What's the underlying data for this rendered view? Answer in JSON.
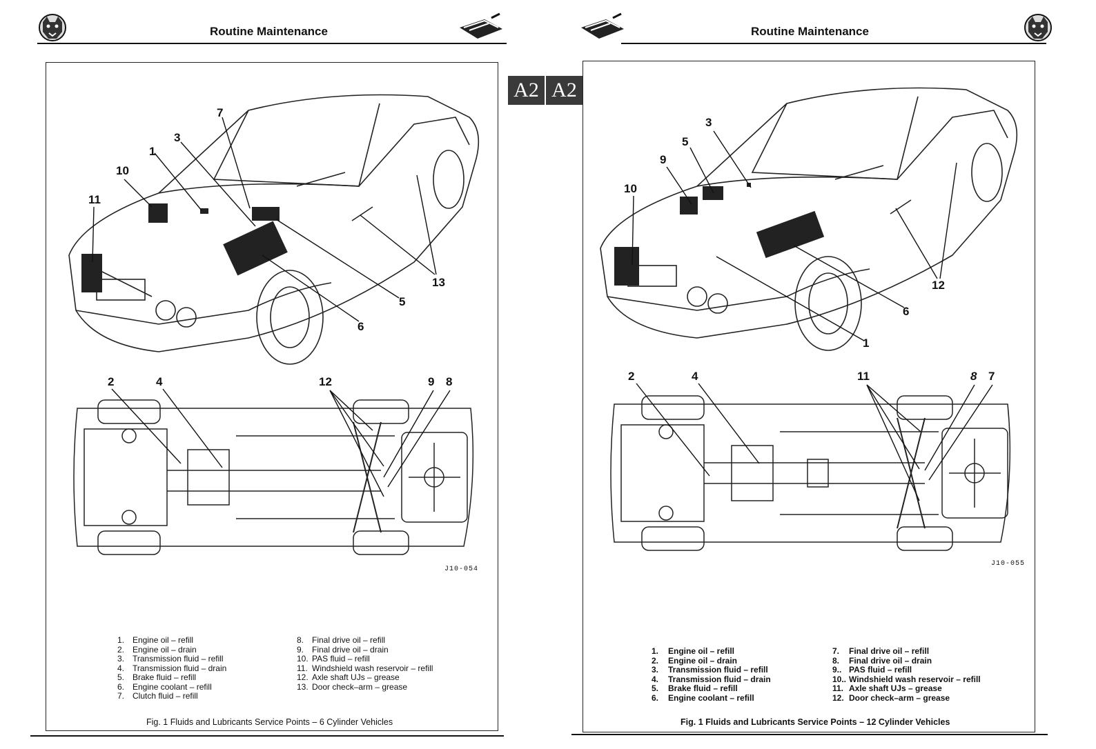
{
  "header": {
    "title": "Routine Maintenance"
  },
  "section_tab": {
    "left": "A2",
    "right": "A2"
  },
  "icons": {
    "logo": "jaguar-head-logo-icon",
    "tool": "service-tool-icon"
  },
  "left_page": {
    "figure_ref": "J10-054",
    "callouts": {
      "c1": "1",
      "c2": "2",
      "c3": "3",
      "c4": "4",
      "c5": "5",
      "c6": "6",
      "c7": "7",
      "c8": "8",
      "c9": "9",
      "c10": "10",
      "c11": "11",
      "c12": "12",
      "c13": "13"
    },
    "legend_left": [
      {
        "num": "1.",
        "text": "Engine oil – refill"
      },
      {
        "num": "2.",
        "text": "Engine oil – drain"
      },
      {
        "num": "3.",
        "text": "Transmission fluid – refill"
      },
      {
        "num": "4.",
        "text": "Transmission fluid – drain"
      },
      {
        "num": "5.",
        "text": "Brake fluid – refill"
      },
      {
        "num": "6.",
        "text": "Engine coolant – refill"
      },
      {
        "num": "7.",
        "text": "Clutch fluid – refill"
      }
    ],
    "legend_right": [
      {
        "num": "8.",
        "text": "Final drive oil – refill"
      },
      {
        "num": "9.",
        "text": "Final drive oil – drain"
      },
      {
        "num": "10.",
        "text": "PAS fluid – refill"
      },
      {
        "num": "11.",
        "text": "Windshield wash reservoir – refill"
      },
      {
        "num": "12.",
        "text": "Axle shaft UJs – grease"
      },
      {
        "num": "13.",
        "text": "Door check–arm – grease"
      }
    ],
    "caption": "Fig. 1  Fluids and Lubricants Service Points – 6 Cylinder Vehicles"
  },
  "right_page": {
    "figure_ref": "J10-055",
    "callouts": {
      "c1": "1",
      "c2": "2",
      "c3": "3",
      "c4": "4",
      "c5": "5",
      "c6": "6",
      "c7": "7",
      "c8": "8",
      "c9": "9",
      "c10": "10",
      "c11": "11",
      "c12": "12"
    },
    "legend_left": [
      {
        "num": "1.",
        "text": "Engine oil – refill"
      },
      {
        "num": "2.",
        "text": "Engine oil – drain"
      },
      {
        "num": "3.",
        "text": "Transmission fluid – refill"
      },
      {
        "num": "4.",
        "text": "Transmission fluid – drain"
      },
      {
        "num": "5.",
        "text": "Brake fluid – refill"
      },
      {
        "num": "6.",
        "text": "Engine coolant – refill"
      }
    ],
    "legend_right": [
      {
        "num": "7.",
        "text": "Final drive oil – refill"
      },
      {
        "num": "8.",
        "text": "Final drive oil – drain"
      },
      {
        "num": "9..",
        "text": "PAS fluid – refill"
      },
      {
        "num": "10..",
        "text": "Windshield wash reservoir – refill"
      },
      {
        "num": "11.",
        "text": "Axle shaft UJs – grease"
      },
      {
        "num": "12.",
        "text": "Door check–arm – grease"
      }
    ],
    "caption": "Fig. 1  Fluids and Lubricants Service Points – 12 Cylinder Vehicles"
  }
}
